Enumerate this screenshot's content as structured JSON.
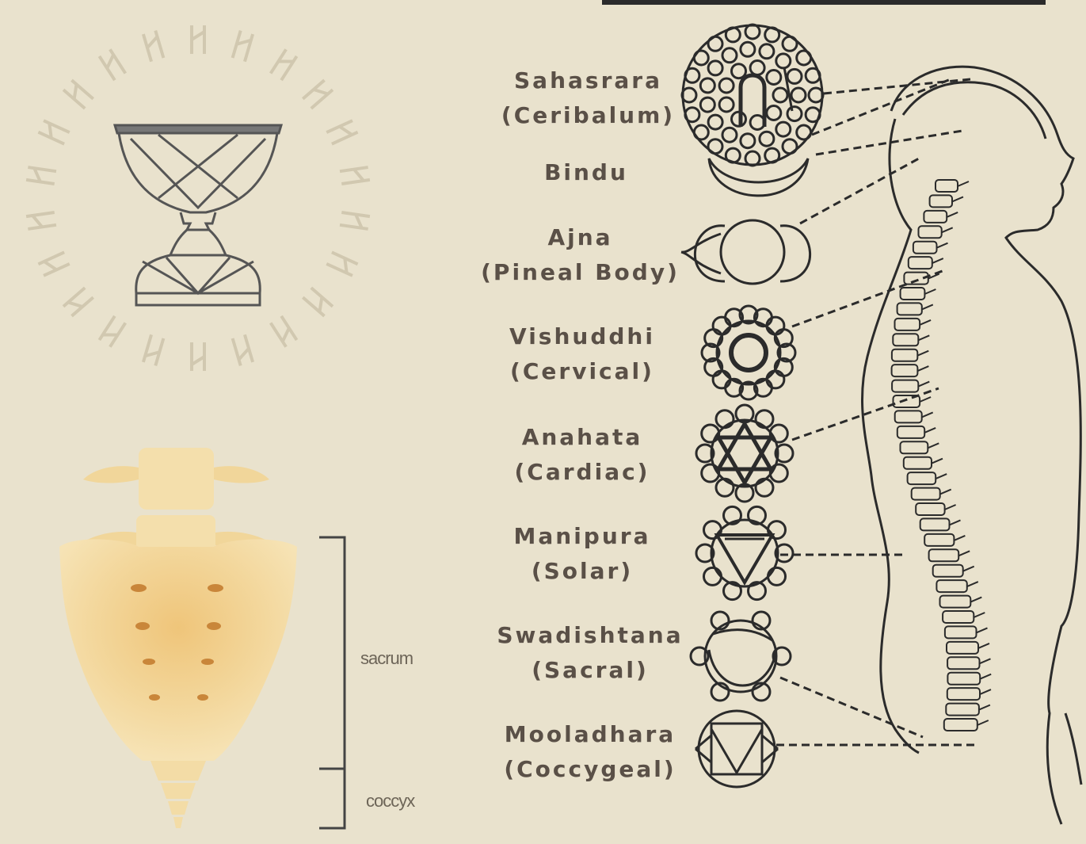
{
  "chakras": [
    {
      "name": "Sahasrara",
      "sub": "(Ceribalum)"
    },
    {
      "name": "Bindu",
      "sub": ""
    },
    {
      "name": "Ajna",
      "sub": "(Pineal Body)"
    },
    {
      "name": "Vishuddhi",
      "sub": "(Cervical)"
    },
    {
      "name": "Anahata",
      "sub": "(Cardiac)"
    },
    {
      "name": "Manipura",
      "sub": "(Solar)"
    },
    {
      "name": "Swadishtana",
      "sub": "(Sacral)"
    },
    {
      "name": "Mooladhara",
      "sub": "(Coccygeal)"
    }
  ],
  "spine_labels": {
    "sacrum": "sacrum",
    "coccyx": "coccyx"
  },
  "colors": {
    "background": "#e9e2cd",
    "ink": "#2b2b2b",
    "label": "#5a5047",
    "bone": "#f2d79a",
    "bone_shadow": "#e4b866"
  }
}
